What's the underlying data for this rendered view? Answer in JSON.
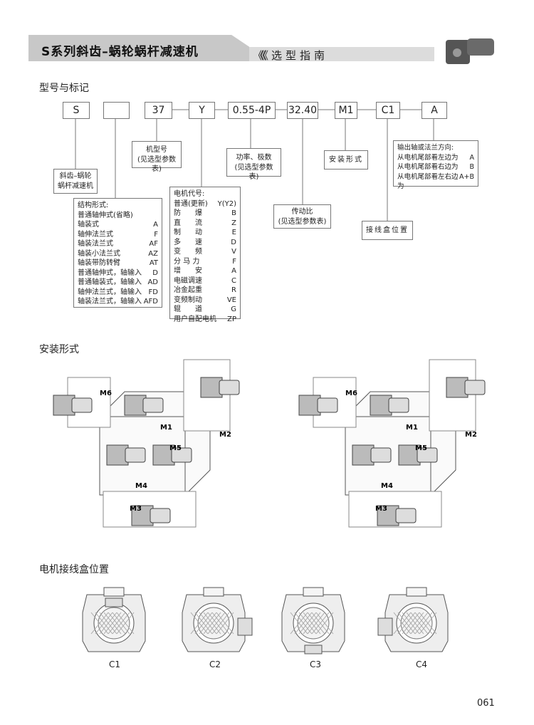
{
  "header": {
    "title": "S系列斜齿–蜗轮蜗杆减速机",
    "chevrons": "《《《",
    "subtitle": "选型指南"
  },
  "model_section": {
    "heading": "型号与标记",
    "codes": [
      "S",
      "",
      "37",
      "Y",
      "0.55-4P",
      "32.40",
      "M1",
      "C1",
      "A"
    ],
    "series_box": [
      "斜齿–蜗轮",
      "蜗杆减速机"
    ],
    "frame_box": [
      "机型号",
      "(见选型参数表)"
    ],
    "power_box": [
      "功率、极数",
      "(见选型参数表)"
    ],
    "ratio_box": [
      "传动比",
      "(见选型参数表)"
    ],
    "mounting_box": "安装形式",
    "terminal_box": "接线盒位置",
    "structure": {
      "title": "结构形式:",
      "items": [
        [
          "普通轴伸式(省略)",
          ""
        ],
        [
          "轴装式",
          "A"
        ],
        [
          "轴伸法兰式",
          "F"
        ],
        [
          "轴装法兰式",
          "AF"
        ],
        [
          "轴装小法兰式",
          "AZ"
        ],
        [
          "轴装带防转臂",
          "AT"
        ],
        [
          "普通轴伸式，轴输入",
          "D"
        ],
        [
          "普通轴装式，轴输入",
          "AD"
        ],
        [
          "轴伸法兰式，轴输入",
          "FD"
        ],
        [
          "轴装法兰式，轴输入",
          "AFD"
        ]
      ]
    },
    "motor": {
      "title": "电机代号:",
      "items": [
        [
          "普通(更新)",
          "Y(Y2)"
        ],
        [
          "防　　爆",
          "B"
        ],
        [
          "直　　流",
          "Z"
        ],
        [
          "制　　动",
          "E"
        ],
        [
          "多　　速",
          "D"
        ],
        [
          "变　　频",
          "V"
        ],
        [
          "分 马 力",
          "F"
        ],
        [
          "增　　安",
          "A"
        ],
        [
          "电磁调速",
          "C"
        ],
        [
          "冶金起重",
          "R"
        ],
        [
          "变频制动",
          "VE"
        ],
        [
          "辊　　道",
          "G"
        ],
        [
          "用户自配电机",
          "ZP"
        ]
      ]
    },
    "output": {
      "title": "输出轴或法兰方向:",
      "items": [
        [
          "从电机尾部看左边为",
          "A"
        ],
        [
          "从电机尾部看右边为",
          "B"
        ],
        [
          "从电机尾部看左右边为",
          "A+B"
        ]
      ]
    }
  },
  "mounting_section": {
    "heading": "安装形式",
    "left_labels": [
      "M6",
      "M1",
      "M2",
      "M5",
      "M4",
      "M3"
    ],
    "right_labels": [
      "M6",
      "M1",
      "M2",
      "M5",
      "M4",
      "M3"
    ]
  },
  "terminal_section": {
    "heading": "电机接线盒位置",
    "labels": [
      "C1",
      "C2",
      "C3",
      "C4"
    ]
  },
  "page_number": "061"
}
